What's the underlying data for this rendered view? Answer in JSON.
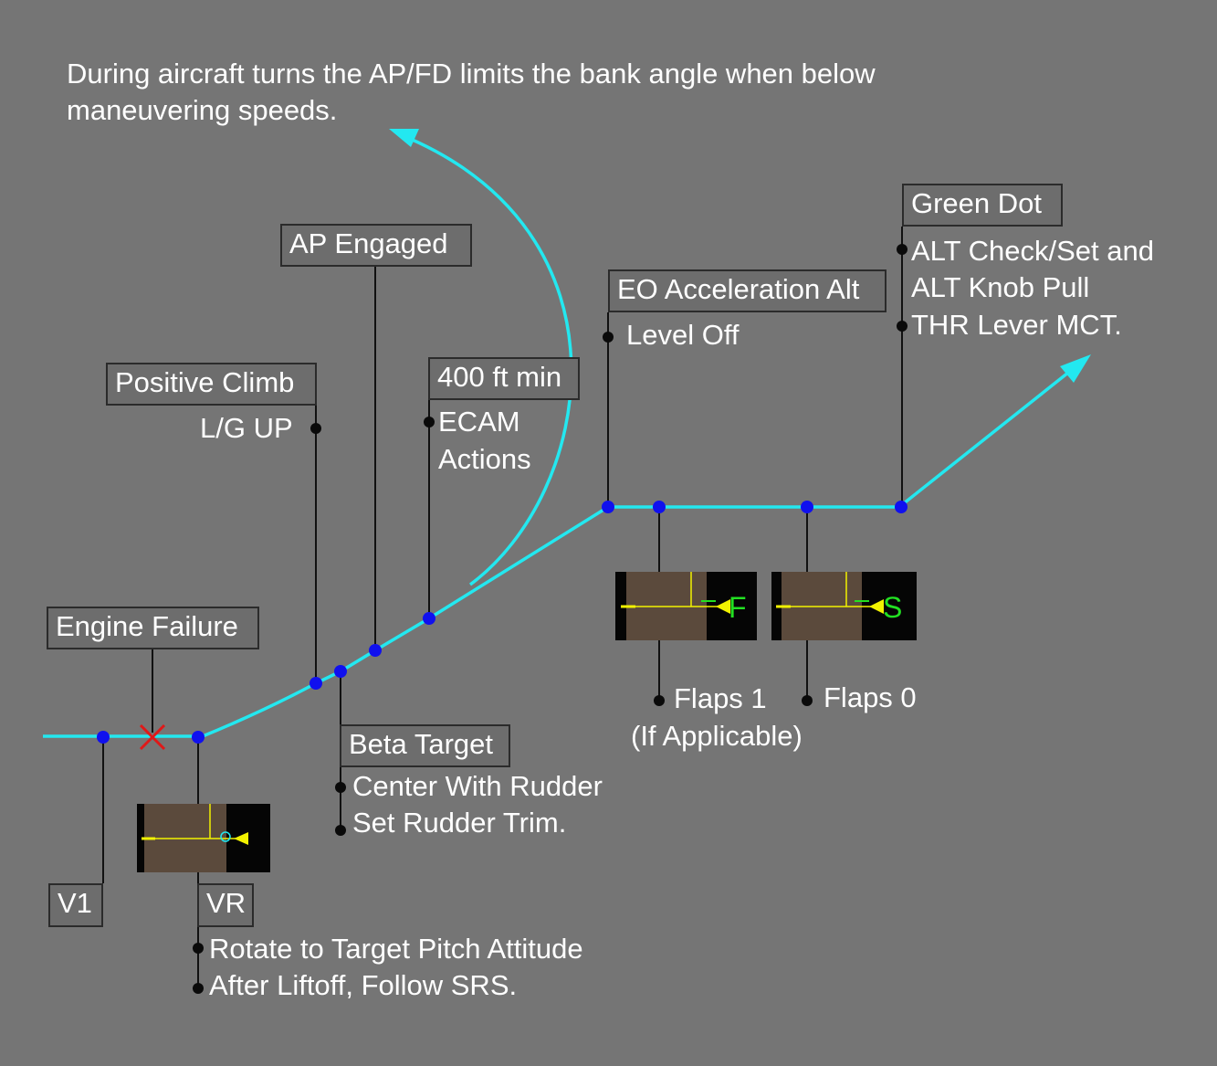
{
  "note": "During aircraft turns the AP/FD limits the bank angle when below\nmaneuvering speeds.",
  "colors": {
    "background": "#757575",
    "flight_path": "#23e8f0",
    "point": "#1010ee",
    "failure_mark": "#e01818",
    "leader_line": "#111111",
    "indicator_pointer": "#f2f200",
    "indicator_letter": "#22e022"
  },
  "labels": {
    "engine_failure": "Engine Failure",
    "v1": "V1",
    "vr": "VR",
    "positive_climb": "Positive Climb",
    "ap_engaged": "AP Engaged",
    "four_hundred": "400 ft min",
    "beta_target": "Beta Target",
    "eo_accel_alt": "EO Acceleration Alt",
    "green_dot": "Green Dot"
  },
  "actions": {
    "lg_up": "L/G UP",
    "ecam_line1": "ECAM",
    "ecam_line2": "Actions",
    "rotate": "Rotate to Target Pitch Attitude",
    "after_liftoff": "After Liftoff, Follow SRS.",
    "center_rudder": "Center With Rudder",
    "set_trim": "Set Rudder Trim.",
    "level_off": "Level Off",
    "alt_check": "ALT Check/Set and",
    "alt_knob": "ALT Knob Pull",
    "thr_lever": "THR Lever MCT.",
    "flaps1": "Flaps 1",
    "flaps1_note": "(If Applicable)",
    "flaps0": "Flaps 0"
  },
  "indicators": {
    "flaps1_letter": "F",
    "flaps0_letter": "S",
    "vr_marker": "circle-target-icon"
  }
}
